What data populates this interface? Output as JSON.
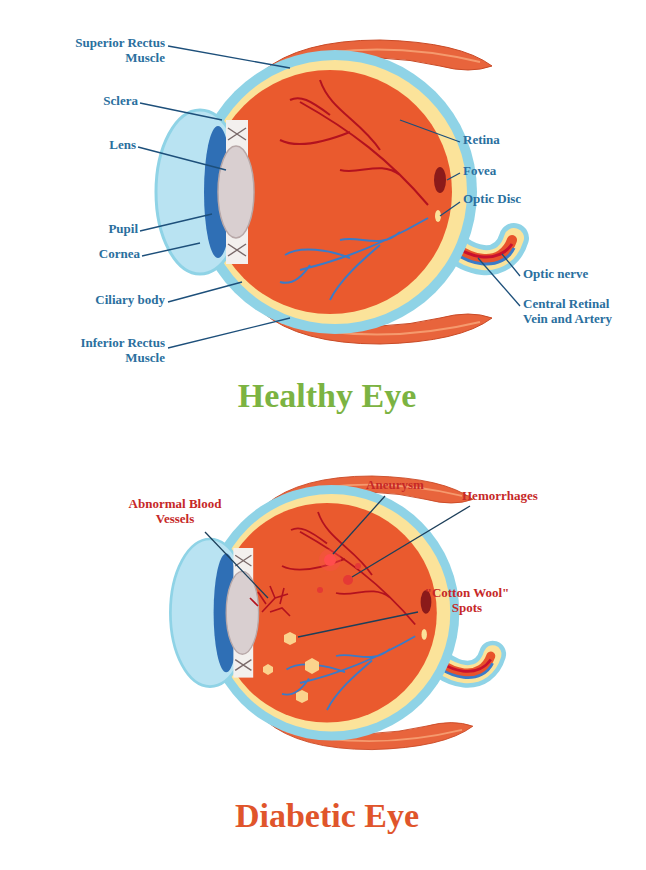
{
  "diagram": {
    "labels": [
      "Superior Rectus Muscle",
      "Sclera",
      "Lens",
      "Pupil",
      "Cornea",
      "Ciliary body",
      "Inferior Rectus Muscle",
      "Retina",
      "Fovea",
      "Optic Disc",
      "Optic nerve",
      "Central Retinal Vein and Artery",
      "Healthy Eye",
      "Abnormal Blood Vessels",
      "Aneurysm",
      "Hemorrhages",
      "\"Cotton Wool\" Spots",
      "Diabetic Eye"
    ]
  }
}
